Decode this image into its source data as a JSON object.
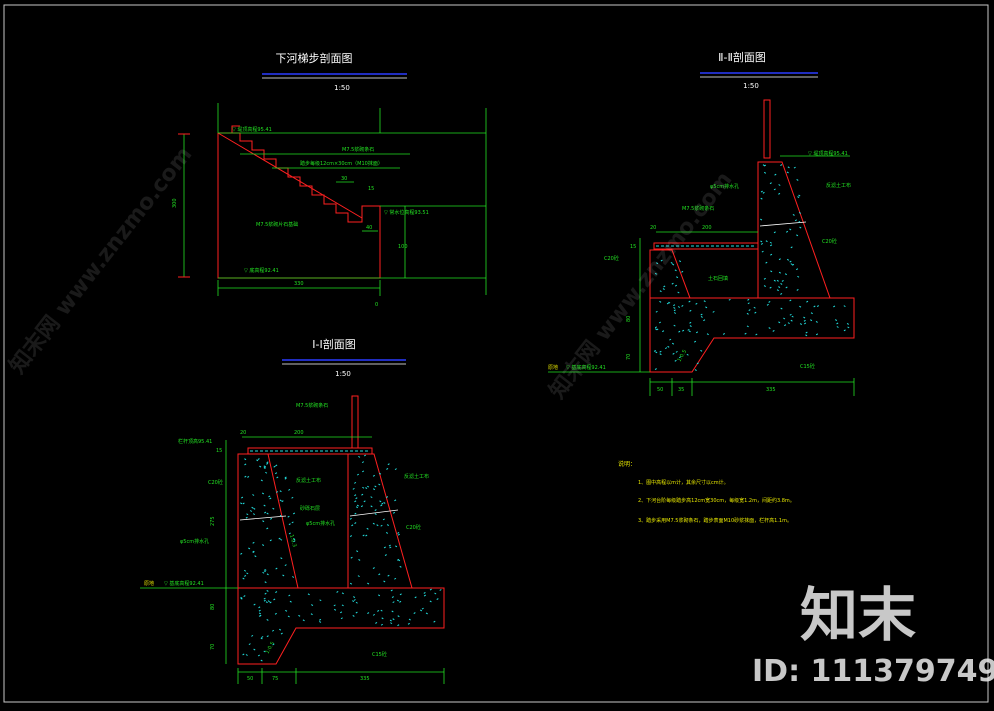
{
  "drawing": {
    "views": {
      "steps": {
        "title": "下河梯步剖面图",
        "scale": "1:50",
        "labels": {
          "top_elev": "▽ 堤顶高程95.41",
          "mortar": "M7.5浆砌条石",
          "step_note": "踏步每级12cm×30cm（M10抹面）",
          "dim_30": "30",
          "dim_15": "15",
          "normal_level": "▽ 常水位高程93.51",
          "body": "M7.5浆砌片石基础",
          "dim_40": "40",
          "dim_100": "100",
          "bottom_elev": "▽ 底高程92.41",
          "dim_330": "330",
          "dim_0": "0",
          "height_dim": "300"
        }
      },
      "section_1": {
        "title": "Ⅰ-Ⅰ剖面图",
        "scale": "1:50",
        "labels": {
          "mortar": "M7.5浆砌条石",
          "top": "栏杆顶高95.41",
          "dim_20": "20",
          "dim_200": "200",
          "dim_15": "15",
          "c20": "C20砼",
          "dim_275": "275",
          "weephole": "φ5cm排水孔",
          "filter": "反滤土工布",
          "slope": "1:0.3",
          "sand": "砂砾石层",
          "weephole2": "φ5cm排水孔",
          "filter2": "反滤土工布",
          "c20b": "C20砼",
          "ground": "原地",
          "bottom": "▽ 基底高程92.41",
          "dim_80": "80",
          "dim_70": "70",
          "c15": "C15砼",
          "slope2": "1:0.5",
          "b50": "50",
          "b75": "75",
          "b335": "335"
        }
      },
      "section_2": {
        "title": "Ⅱ-Ⅱ剖面图",
        "scale": "1:50",
        "labels": {
          "top": "▽ 堤顶高程95.41",
          "filter": "反滤土工布",
          "weephole": "φ5cm排水孔",
          "mortar": "M7.5浆砌条石",
          "dim_20": "20",
          "dim_200": "200",
          "dim_15": "15",
          "c20": "C20砼",
          "c20b": "C20砼",
          "backfill": "土石回填",
          "dim_80": "80",
          "dim_70": "70",
          "ground": "原地",
          "bottom": "▽ 基底高程92.41",
          "c15": "C15砼",
          "slope": "1:0.5",
          "b50": "50",
          "b35": "35",
          "b335": "335"
        }
      }
    },
    "notes": {
      "heading": "说明：",
      "items": [
        "1、图中高程以m计，其余尺寸以cm计。",
        "2、下河台阶每级踏步高12cm宽30cm，每级宽1.2m，间距约3.8m。",
        "3、踏步采用M7.5浆砌条石，踏步表面M10砂浆抹面，栏杆高1.1m。"
      ]
    },
    "watermarks": {
      "site_diag_1": "知末网 www.znzmo.com",
      "site_diag_2": "知末网 www.znzmo.com",
      "brand": "知末",
      "id": "ID: 1113797491"
    },
    "colors": {
      "background": "#000000",
      "dim": "#22e022",
      "outline": "#ff2020",
      "concrete": "#22e0e0",
      "underline": "#2a3cff",
      "label": "#e6e600"
    }
  }
}
